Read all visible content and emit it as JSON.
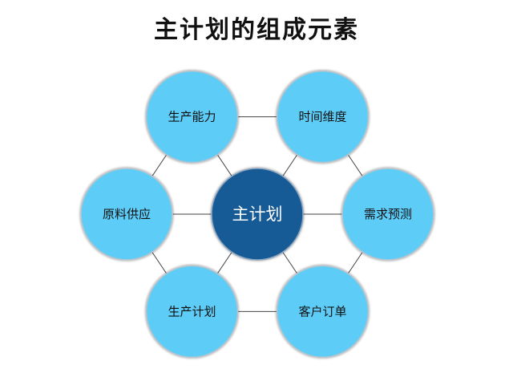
{
  "title": "主计划的组成元素",
  "center": {
    "label": "主计划",
    "color": "#155a96"
  },
  "nodes": [
    {
      "label": "生产能力"
    },
    {
      "label": "时间维度"
    },
    {
      "label": "需求预测"
    },
    {
      "label": "客户订单"
    },
    {
      "label": "生产计划"
    },
    {
      "label": "原料供应"
    }
  ],
  "colors": {
    "node": "#5dcdf8",
    "node_border": "#b9c4cc",
    "line": "#444444"
  }
}
